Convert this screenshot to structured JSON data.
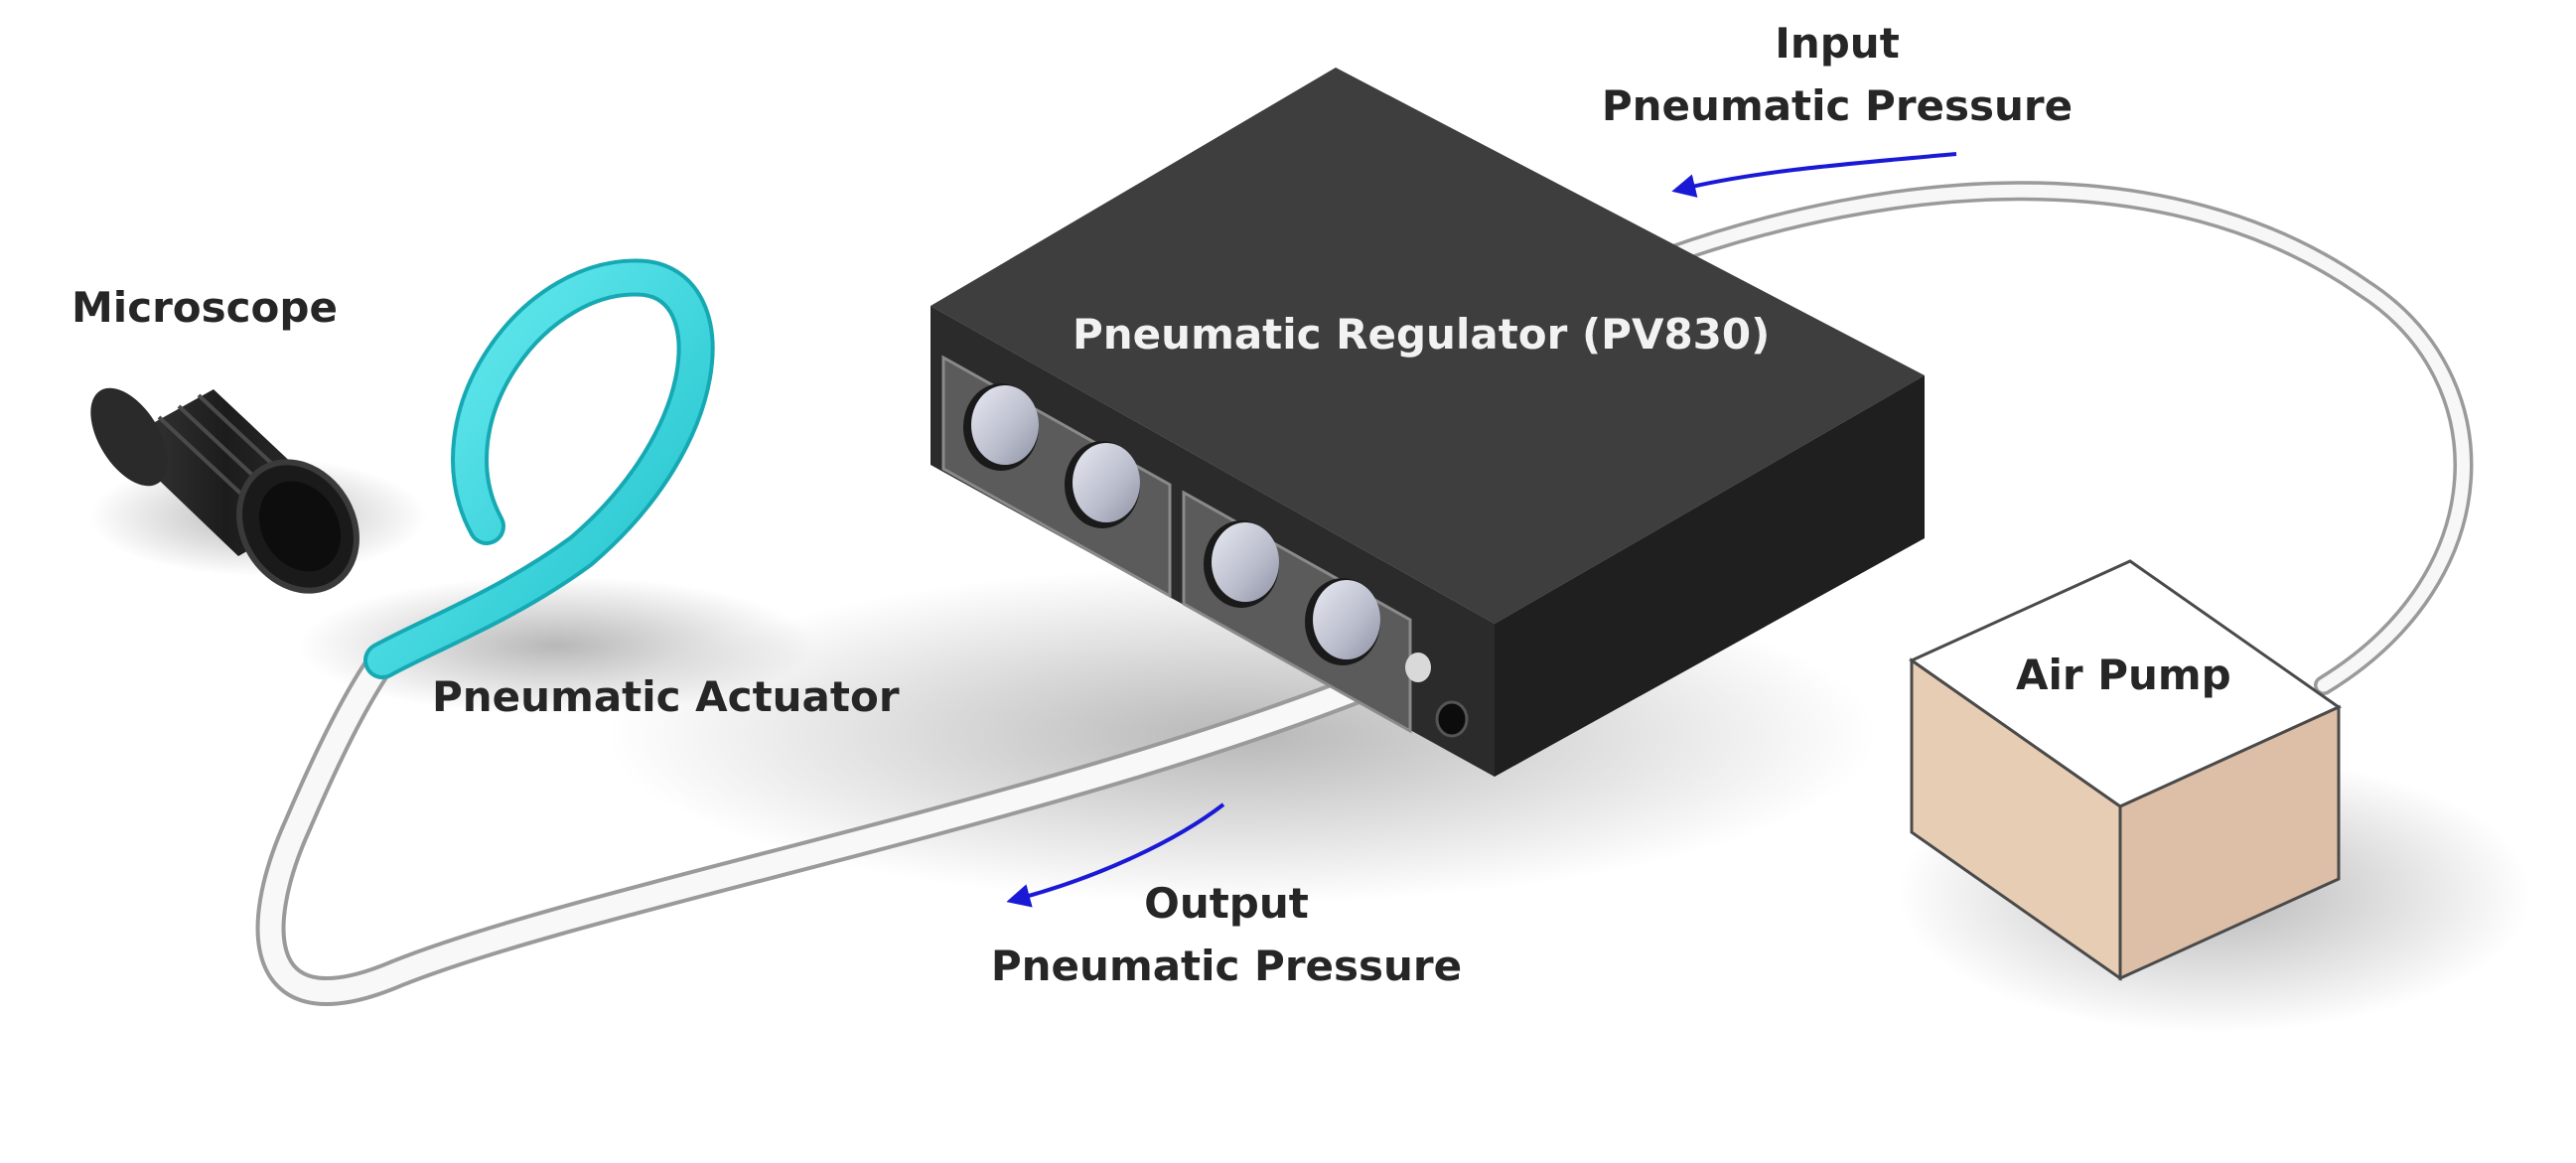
{
  "labels": {
    "microscope": "Microscope",
    "actuator": "Pneumatic Actuator",
    "regulator": "Pneumatic Regulator (PV830)",
    "input_line1": "Input",
    "input_line2": "Pneumatic Pressure",
    "output_line1": "Output",
    "output_line2": "Pneumatic Pressure",
    "air_pump": "Air Pump"
  },
  "colors": {
    "regulator_body": "#353535",
    "actuator": "#29d3dc",
    "pump_top": "#ffffff",
    "pump_sides": "#e6c9b1",
    "tube": "#f4f4f4",
    "arrow": "#1a1ad6"
  }
}
